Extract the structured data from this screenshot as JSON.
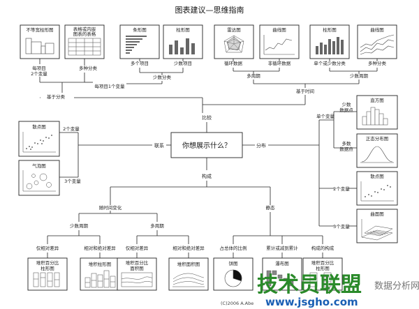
{
  "title": "图表建议—思维指南",
  "center_question": "你想展示什么？",
  "main_branches": {
    "compare": "比较",
    "relation": "联系",
    "distribution": "分布",
    "composition": "构成"
  },
  "compare": {
    "sub_items": "基于分类",
    "sub_time": "基于时间",
    "many_items_per_item_few_vars": "每项目1个变量",
    "per_item_2_vars": "每项目2个变量",
    "many_categories": "多种分类",
    "few_categories": "少数分类",
    "many_items": "多个项目",
    "few_items": "少数项目",
    "many_periods": "多周期",
    "few_periods": "少数周期",
    "cyclic": "循环数据",
    "non_cyclic": "非循环数据",
    "single_or_few_cat": "单个或少数分类",
    "many_cat": "多种分类",
    "two_items": "每项目\n2个变量",
    "charts": [
      "不等宽柱形图",
      "表格或内嵌图表的表格",
      "条形图",
      "柱形图",
      "雷达图",
      "曲线图",
      "柱形图",
      "曲线图"
    ]
  },
  "relation": {
    "two_vars": "2个变量",
    "three_vars": "3个变量",
    "charts": [
      "散点图",
      "气泡图"
    ]
  },
  "distribution": {
    "single_var": "单个变量",
    "few_points": "少数数据点",
    "many_points": "多数数据点",
    "two_vars": "2个变量",
    "three_vars": "3个变量",
    "charts": [
      "直方图",
      "正态分布图",
      "散点图",
      "曲面图"
    ]
  },
  "composition": {
    "over_time": "随时间变化",
    "static": "静态",
    "few_periods": "少数周期",
    "many_periods": "多周期",
    "relative_only": "仅相对差异",
    "relative_absolute": "相对和绝对差异",
    "share_of_total": "占总体的比例",
    "accumulate": "累计或减到累计",
    "component_of_component": "构成的构成",
    "charts": [
      "堆积百分比柱形图",
      "堆积柱形图",
      "堆积百分比面积图",
      "堆积面积图",
      "饼图",
      "瀑布图",
      "堆积百分比柱形图"
    ]
  },
  "footer": {
    "copyright": "(C)2006 A.Abe",
    "watermark_main": "技术员联盟",
    "watermark_url": "www.jsgho.com",
    "watermark_tag": "数据分析网"
  }
}
